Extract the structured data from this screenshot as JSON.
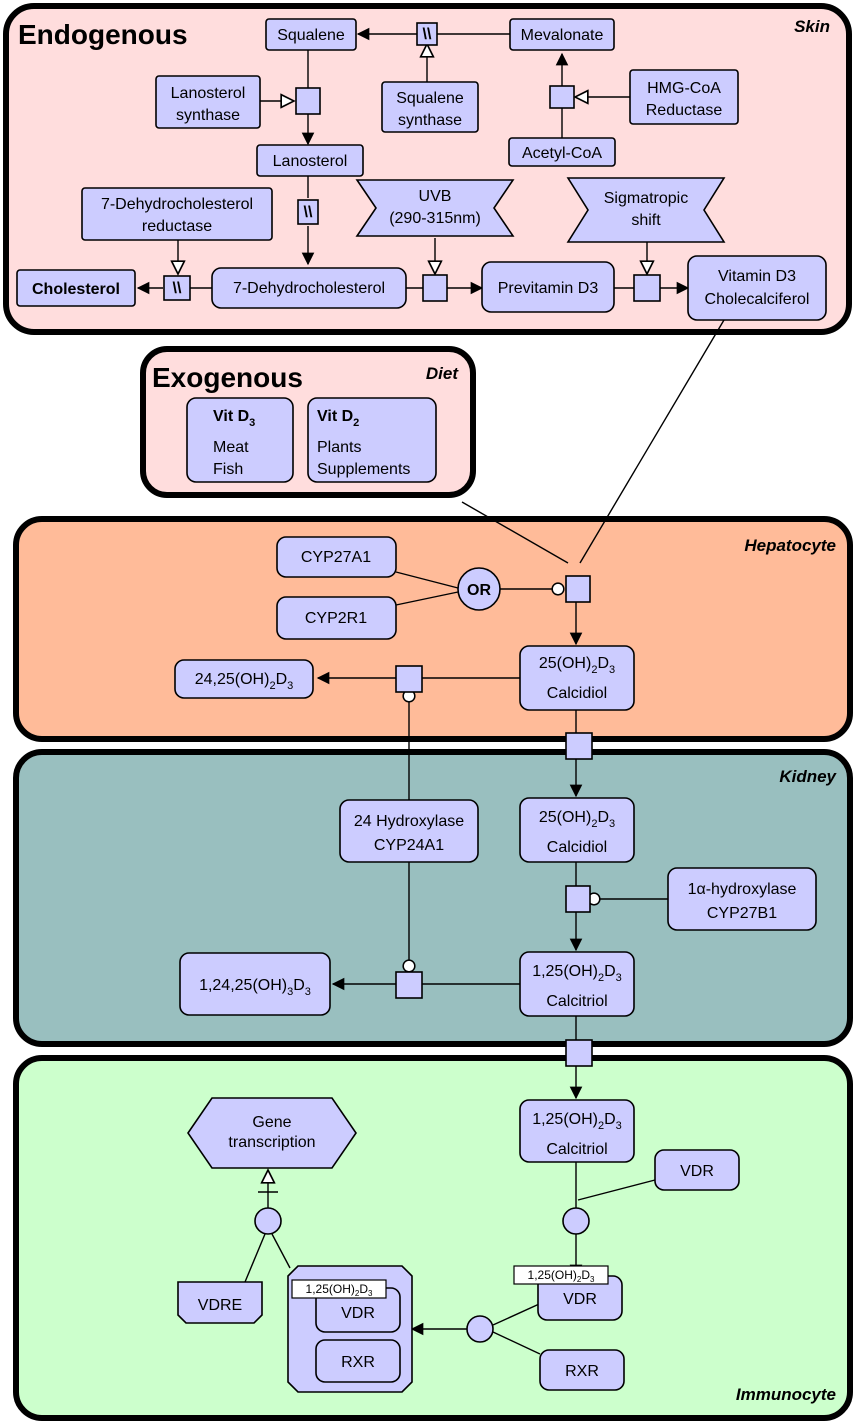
{
  "compartments": {
    "skin": {
      "title": "Endogenous",
      "tag": "Skin",
      "color": "#ffdddd"
    },
    "diet": {
      "title": "Exogenous",
      "tag": "Diet",
      "color": "#ffdddd"
    },
    "hepatocyte": {
      "tag": "Hepatocyte",
      "color": "#ffbb99"
    },
    "kidney": {
      "tag": "Kidney",
      "color": "#99bfbf"
    },
    "immunocyte": {
      "tag": "Immunocyte",
      "color": "#ccffcc"
    }
  },
  "skin": {
    "squalene": "Squalene",
    "mevalonate": "Mevalonate",
    "lanosterol_synthase": [
      "Lanosterol",
      "synthase"
    ],
    "squalene_synthase": [
      "Squalene",
      "synthase"
    ],
    "hmg_coa_reductase": [
      "HMG-CoA",
      "Reductase"
    ],
    "acetyl_coa": "Acetyl-CoA",
    "lanosterol": "Lanosterol",
    "dhc_reductase": [
      "7-Dehydrocholesterol",
      "reductase"
    ],
    "uvb": [
      "UVB",
      "(290-315nm)"
    ],
    "sigmatropic": [
      "Sigmatropic",
      "shift"
    ],
    "cholesterol": "Cholesterol",
    "dhc": "7-Dehydrocholesterol",
    "previtamin": "Previtamin D3",
    "vitamin_d3": [
      "Vitamin D3",
      "Cholecalciferol"
    ],
    "omitted_marker": "\\\\"
  },
  "diet": {
    "vit_d3": {
      "title_main": "Vit D",
      "title_sub": "3",
      "lines": [
        "Meat",
        "Fish"
      ]
    },
    "vit_d2": {
      "title_main": "Vit D",
      "title_sub": "2",
      "lines": [
        "Plants",
        "Supplements"
      ]
    }
  },
  "hepatocyte": {
    "cyp27a1": "CYP27A1",
    "cyp2r1": "CYP2R1",
    "or": "OR",
    "calcidiol": {
      "formula": [
        "25(OH)",
        "2",
        "D",
        "3"
      ],
      "name": "Calcidiol"
    },
    "product_2425": [
      "24,25(OH)",
      "2",
      "D",
      "3"
    ]
  },
  "kidney": {
    "hydroxylase24": [
      "24 Hydroxylase",
      "CYP24A1"
    ],
    "calcidiol": {
      "formula": [
        "25(OH)",
        "2",
        "D",
        "3"
      ],
      "name": "Calcidiol"
    },
    "hydroxylase1a": [
      "1α-hydroxylase",
      "CYP27B1"
    ],
    "calcitriol": {
      "formula": [
        "1,25(OH)",
        "2",
        "D",
        "3"
      ],
      "name": "Calcitriol"
    },
    "product_12425": [
      "1,24,25(OH)",
      "3",
      "D",
      "3"
    ]
  },
  "immunocyte": {
    "gene_transcription": [
      "Gene",
      "transcription"
    ],
    "calcitriol": {
      "formula": [
        "1,25(OH)",
        "2",
        "D",
        "3"
      ],
      "name": "Calcitriol"
    },
    "vdr": "VDR",
    "vdr_bound": {
      "formula": [
        "1,25(OH)",
        "2",
        "D",
        "3"
      ],
      "name": "VDR"
    },
    "vdre": "VDRE",
    "complex": {
      "formula": [
        "1,25(OH)",
        "2",
        "D",
        "3"
      ],
      "vdr": "VDR",
      "rxr": "RXR"
    },
    "rxr": "RXR"
  },
  "colors": {
    "entity_fill": "#ccccff",
    "stroke": "#000000"
  }
}
